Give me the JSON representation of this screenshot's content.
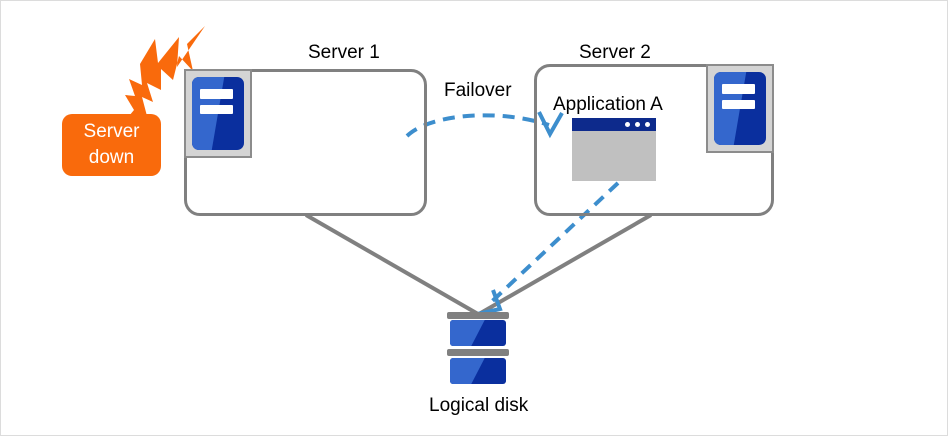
{
  "diagram": {
    "title_server1": "Server 1",
    "title_server2": "Server 2",
    "failover_label": "Failover",
    "application_label": "Application  A",
    "disk_label": "Logical disk",
    "alert": {
      "line1": "Server",
      "line2": "down"
    },
    "icons": {
      "server1": "server-icon",
      "server2": "server-icon",
      "app_window": "application-window-icon",
      "disk": "disk-stack-icon",
      "burst": "lightning-burst-icon",
      "failover_arrow": "dashed-curved-arrow-icon",
      "disk_access_arrow": "dashed-straight-arrow-icon"
    },
    "colors": {
      "alert_orange": "#f96a0c",
      "server_blue_dark": "#0a2f9e",
      "server_blue_light": "#3467cd",
      "box_gray": "#808080",
      "icon_frame_gray": "#d4d4d4",
      "app_titlebar_navy": "#0d2a8c",
      "app_body_gray": "#c0c0c0",
      "arrow_blue": "#3d8ecd",
      "canvas_white": "#ffffff"
    }
  }
}
